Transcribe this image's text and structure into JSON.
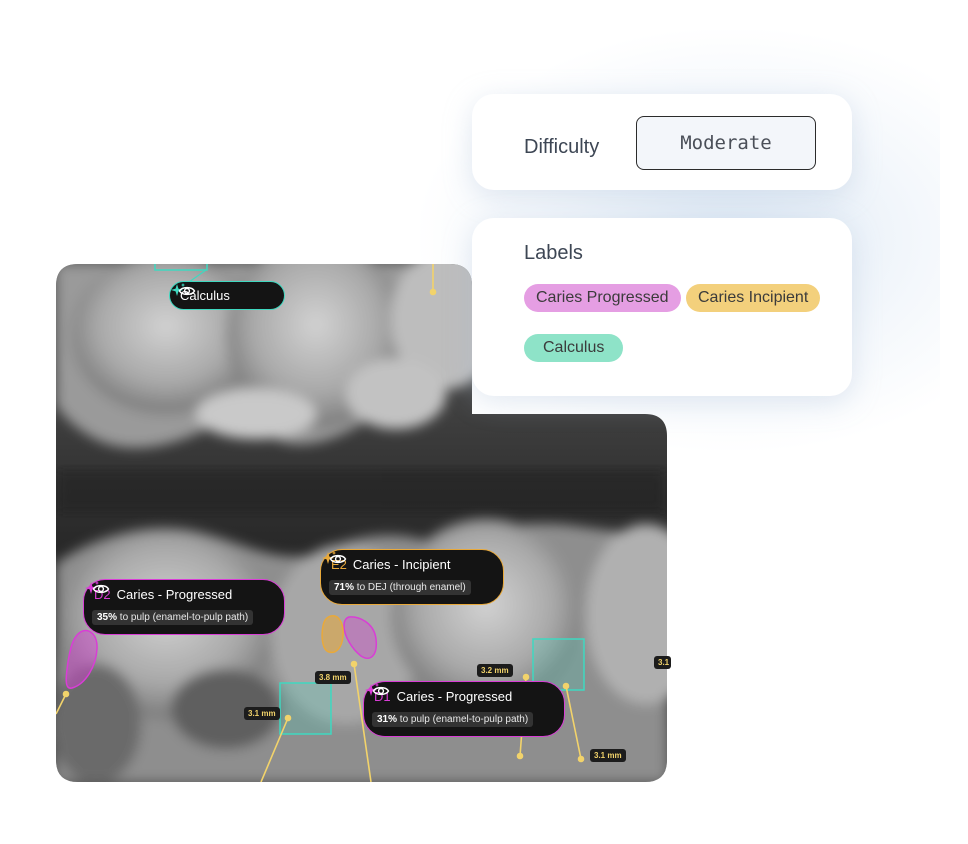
{
  "tags": {
    "calculus": {
      "name": "Calculus"
    },
    "d2": {
      "code": "D2",
      "name": "Caries - Progressed",
      "metric_value": "35%",
      "metric_text": " to pulp (enamel-to-pulp path)"
    },
    "e2": {
      "code": "E2",
      "name": "Caries - Incipient",
      "metric_value": "71%",
      "metric_text": " to DEJ (through enamel)"
    },
    "d1": {
      "code": "D1",
      "name": "Caries - Progressed",
      "metric_value": "31%",
      "metric_text": " to pulp (enamel-to-pulp path)"
    }
  },
  "measurements": {
    "m1": "3.1 mm",
    "m2": "3.8 mm",
    "m3": "3.2 mm",
    "m4": "3.1 mm",
    "m5": "3.1"
  },
  "difficulty": {
    "label": "Difficulty",
    "value": "Moderate"
  },
  "labels": {
    "title": "Labels",
    "chips": [
      {
        "text": "Caries Progressed",
        "color": "#e59ee3"
      },
      {
        "text": "Caries Incipient",
        "color": "#f3d07c"
      },
      {
        "text": "Calculus",
        "color": "#8ee3c8"
      }
    ]
  },
  "colors": {
    "progressed": "#d93dd6",
    "incipient": "#e9a93a",
    "calculus": "#3fd8c0",
    "measure": "#f2d36b"
  },
  "icons": {
    "sparkle": "sparkle-icon",
    "eye": "eye-icon"
  }
}
